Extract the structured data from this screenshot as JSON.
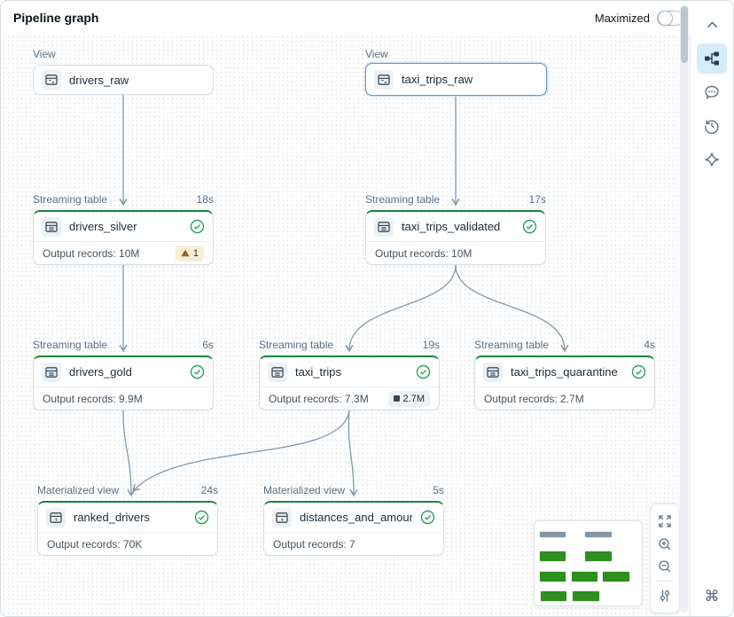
{
  "header": {
    "title": "Pipeline graph",
    "maximized_label": "Maximized",
    "maximized_on": false
  },
  "nodes": [
    {
      "type_label": "View",
      "name": "drivers_raw"
    },
    {
      "type_label": "View",
      "name": "taxi_trips_raw",
      "selected": true
    },
    {
      "type_label": "Streaming table",
      "duration": "18s",
      "name": "drivers_silver",
      "records": "Output records: 10M",
      "badge": {
        "type": "warning",
        "text": "1"
      },
      "status": "success"
    },
    {
      "type_label": "Streaming table",
      "duration": "17s",
      "name": "taxi_trips_validated",
      "records": "Output records: 10M",
      "status": "success"
    },
    {
      "type_label": "Streaming table",
      "duration": "6s",
      "name": "drivers_gold",
      "records": "Output records: 9.9M",
      "status": "success"
    },
    {
      "type_label": "Streaming table",
      "duration": "19s",
      "name": "taxi_trips",
      "records": "Output records: 7.3M",
      "badge": {
        "type": "dropped",
        "text": "2.7M"
      },
      "status": "success"
    },
    {
      "type_label": "Streaming table",
      "duration": "4s",
      "name": "taxi_trips_quarantine",
      "records": "Output records: 2.7M",
      "status": "success"
    },
    {
      "type_label": "Materialized view",
      "duration": "24s",
      "name": "ranked_drivers",
      "records": "Output records: 70K",
      "status": "success"
    },
    {
      "type_label": "Materialized view",
      "duration": "5s",
      "name": "distances_and_amounts_b...",
      "records": "Output records: 7",
      "status": "success"
    }
  ],
  "edges": [
    {
      "from": "drivers_raw",
      "to": "drivers_silver"
    },
    {
      "from": "taxi_trips_raw",
      "to": "taxi_trips_validated"
    },
    {
      "from": "drivers_silver",
      "to": "drivers_gold"
    },
    {
      "from": "taxi_trips_validated",
      "to": "taxi_trips"
    },
    {
      "from": "taxi_trips_validated",
      "to": "taxi_trips_quarantine"
    },
    {
      "from": "drivers_gold",
      "to": "ranked_drivers"
    },
    {
      "from": "taxi_trips",
      "to": "ranked_drivers"
    },
    {
      "from": "taxi_trips",
      "to": "distances_and_amounts_b..."
    }
  ],
  "sidebar": {
    "icons": [
      "collapse-chevron-up",
      "pipeline-graph",
      "comments",
      "run-history",
      "assistant-sparkle"
    ],
    "active_icon": "pipeline-graph",
    "bottom_icon": "command-shortcut"
  },
  "canvas_controls": {
    "icons": [
      "fit-to-screen",
      "zoom-in",
      "zoom-out",
      "graph-display-settings"
    ]
  },
  "colors": {
    "accent_green": "#16883e",
    "selected_blue": "#4f9dd8",
    "edge": "#8499ad",
    "warning_bg": "#f7eed7",
    "warning_fg": "#8b5a19",
    "minimap_green": "#2f8f1f",
    "minimap_gray": "#8696a6"
  }
}
